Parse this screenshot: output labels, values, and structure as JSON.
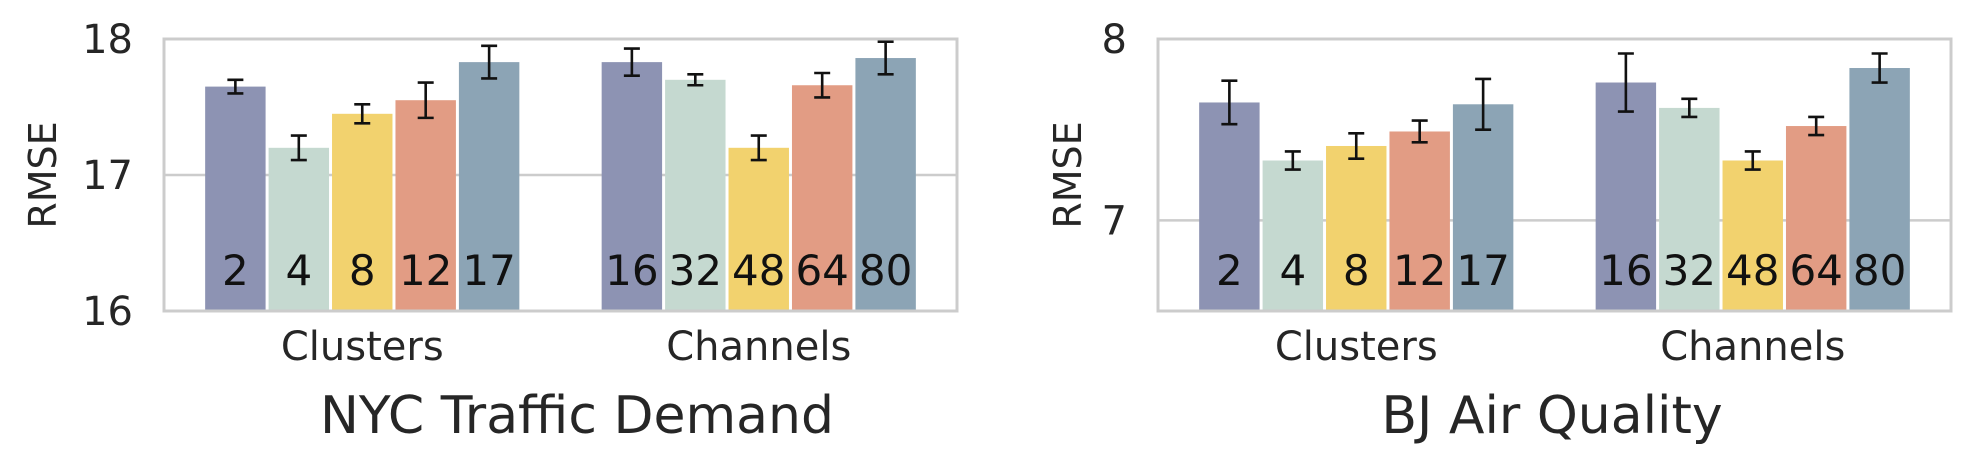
{
  "colors": {
    "bars": [
      "#8d93b3",
      "#c5d9d0",
      "#f2d26e",
      "#e29c84",
      "#8ca4b5"
    ],
    "frame": "#cccccc",
    "text": "#262626",
    "errorbar": "#111111"
  },
  "chart_data": [
    {
      "type": "bar",
      "title": "NYC Traffic Demand",
      "ylabel": "RMSE",
      "ylim": [
        16,
        18
      ],
      "yticks": [
        16,
        17,
        18
      ],
      "ytick_labels": [
        "16",
        "17",
        "18"
      ],
      "grid": "horizontal",
      "groups": [
        {
          "label": "Clusters",
          "bar_labels": [
            "2",
            "4",
            "8",
            "12",
            "17"
          ],
          "values": [
            17.65,
            17.2,
            17.45,
            17.55,
            17.83
          ],
          "errors": [
            0.05,
            0.09,
            0.07,
            0.13,
            0.12
          ]
        },
        {
          "label": "Channels",
          "bar_labels": [
            "16",
            "32",
            "48",
            "64",
            "80"
          ],
          "values": [
            17.83,
            17.7,
            17.2,
            17.66,
            17.86
          ],
          "errors": [
            0.1,
            0.04,
            0.09,
            0.09,
            0.12
          ]
        }
      ]
    },
    {
      "type": "bar",
      "title": "BJ Air Quality",
      "ylabel": "RMSE",
      "ylim": [
        6.5,
        8
      ],
      "yticks": [
        7,
        8
      ],
      "ytick_labels": [
        "7",
        "8"
      ],
      "grid": "horizontal",
      "groups": [
        {
          "label": "Clusters",
          "bar_labels": [
            "2",
            "4",
            "8",
            "12",
            "17"
          ],
          "values": [
            7.65,
            7.33,
            7.41,
            7.49,
            7.64
          ],
          "errors": [
            0.12,
            0.05,
            0.07,
            0.06,
            0.14
          ]
        },
        {
          "label": "Channels",
          "bar_labels": [
            "16",
            "32",
            "48",
            "64",
            "80"
          ],
          "values": [
            7.76,
            7.62,
            7.33,
            7.52,
            7.84
          ],
          "errors": [
            0.16,
            0.05,
            0.05,
            0.05,
            0.08
          ]
        }
      ]
    }
  ]
}
